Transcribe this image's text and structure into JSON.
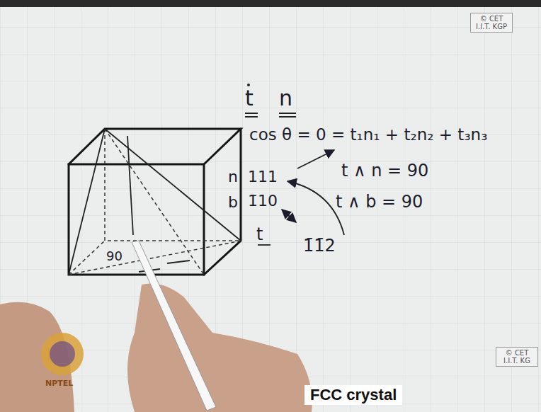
{
  "diagram": {
    "caption": "FCC crystal",
    "labels": [
      "© CET I.I.T. KGP",
      "t",
      "n",
      "cos θ = 0 = t₁n₁ + t₂n₂ + t₃n₃",
      "n",
      "111",
      "b",
      "1̄10",
      "t ∧ n = 90",
      "t ∧ b = 90",
      "1̄1̄2",
      "t",
      "90",
      "© CET I.I.T. KG",
      "NPTEL"
    ]
  }
}
